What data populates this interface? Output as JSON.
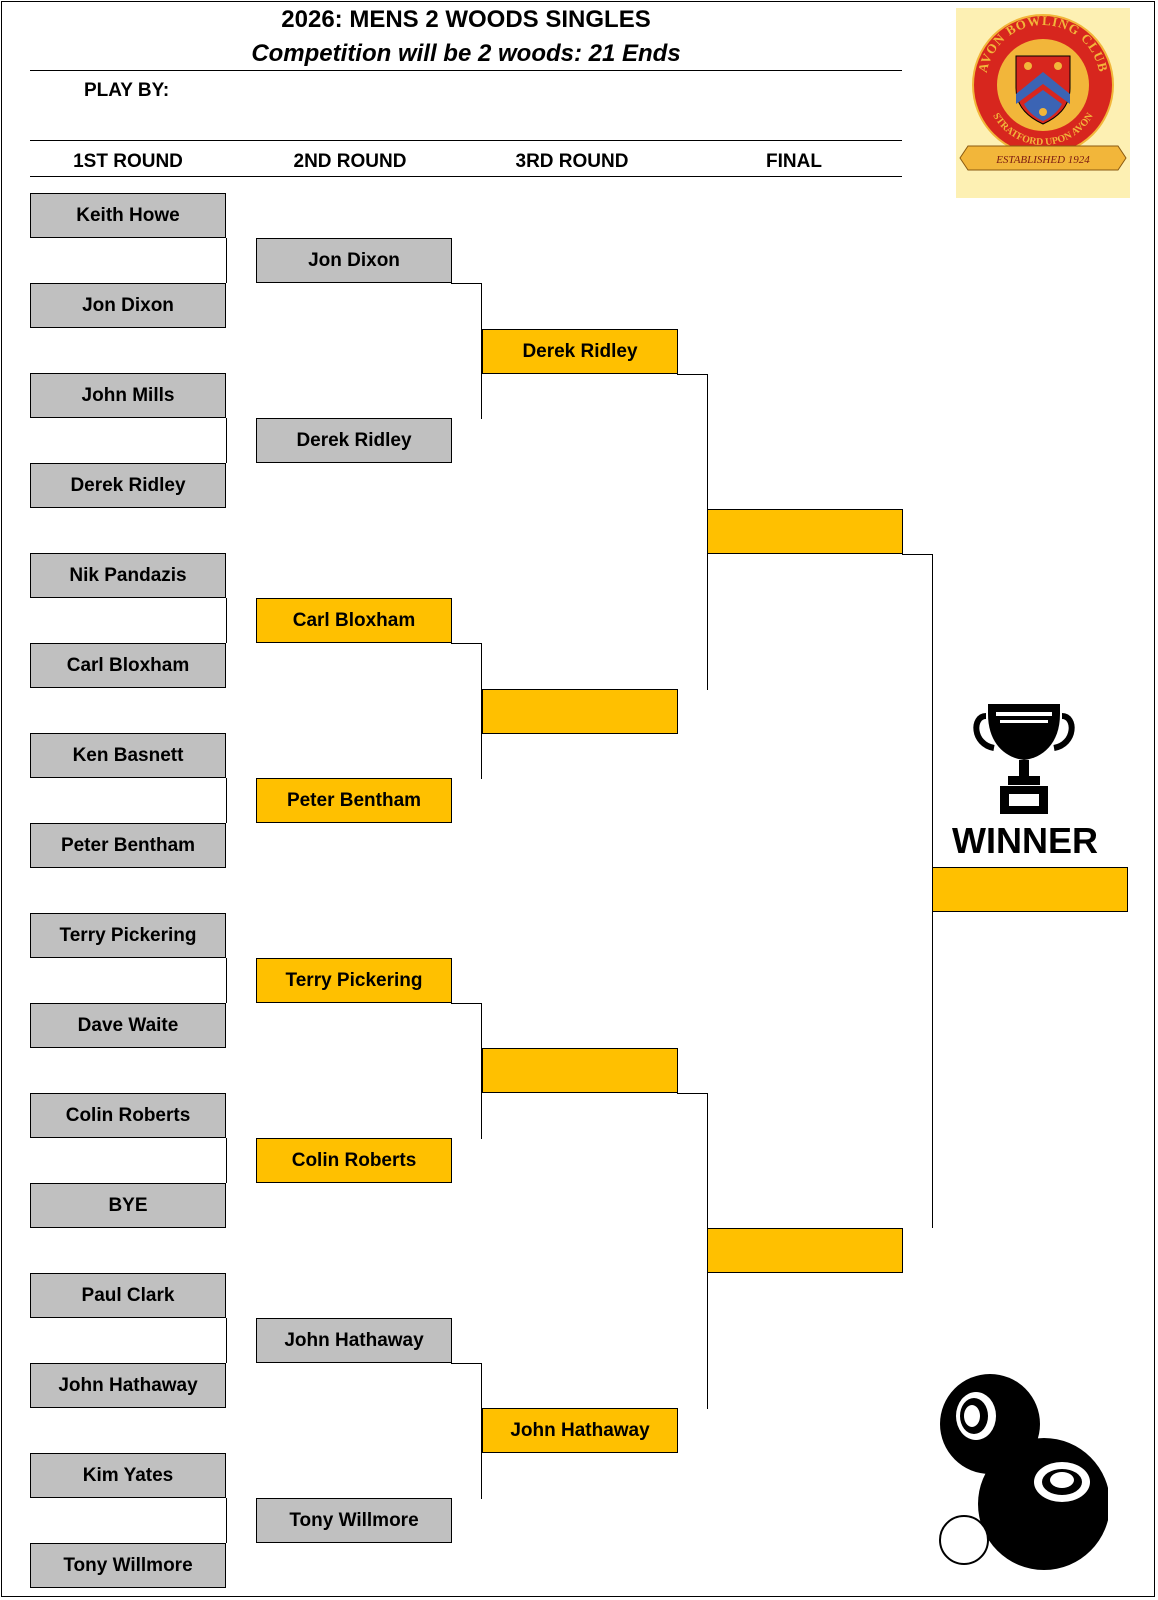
{
  "header": {
    "title": "2026: MENS 2 WOODS SINGLES",
    "subtitle": "Competition will be 2 woods: 21 Ends",
    "play_by_label": "PLAY BY:"
  },
  "rounds": [
    "1ST ROUND",
    "2ND ROUND",
    "3RD ROUND",
    "FINAL"
  ],
  "round1": [
    "Keith Howe",
    "Jon Dixon",
    "John Mills",
    "Derek Ridley",
    "Nik Pandazis",
    "Carl Bloxham",
    "Ken Basnett",
    "Peter Bentham",
    "Terry Pickering",
    "Dave Waite",
    "Colin Roberts",
    "BYE",
    "Paul Clark",
    "John Hathaway",
    "Kim Yates",
    "Tony Willmore"
  ],
  "round2": [
    "Jon Dixon",
    "Derek Ridley",
    "Carl Bloxham",
    "Peter Bentham",
    "Terry Pickering",
    "Colin Roberts",
    "John Hathaway",
    "Tony Willmore"
  ],
  "round3": [
    "Derek Ridley",
    "",
    "",
    "John Hathaway"
  ],
  "final": [
    "",
    ""
  ],
  "winner": {
    "label": "WINNER",
    "name": ""
  },
  "logo": {
    "arc_text": "AVON BOWLING CLUB",
    "lower_text": "STRATFORD UPON AVON",
    "banner_text": "ESTABLISHED 1924"
  },
  "colors": {
    "grey_box": "#c0c0c0",
    "gold_box": "#ffc000",
    "logo_bg": "#fdf0b3",
    "logo_red": "#d7261e",
    "logo_gold": "#f2b63a",
    "logo_blue": "#3b64b4"
  },
  "icons": [
    "trophy-icon",
    "bowls-icon",
    "club-logo"
  ]
}
